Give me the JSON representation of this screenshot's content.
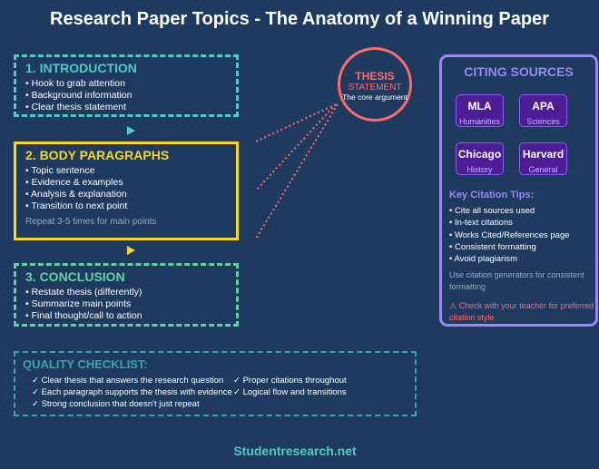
{
  "title": "Research Paper Topics - The Anatomy of a Winning Paper",
  "introduction": {
    "heading": "1. INTRODUCTION",
    "items": [
      "Hook to grab attention",
      "Background information",
      "Clear thesis statement"
    ]
  },
  "body": {
    "heading": "2. BODY PARAGRAPHS",
    "items": [
      "Topic sentence",
      "Evidence & examples",
      "Analysis & explanation",
      "Transition to next point"
    ],
    "note": "Repeat 3-5 times for main points"
  },
  "conclusion": {
    "heading": "3. CONCLUSION",
    "items": [
      "Restate thesis (differently)",
      "Summarize main points",
      "Final thought/call to action"
    ]
  },
  "thesis": {
    "line1": "THESIS",
    "line2": "STATEMENT",
    "line3": "The core argument"
  },
  "citing": {
    "heading": "CITING SOURCES",
    "styles": [
      {
        "name": "MLA",
        "field": "Humanities"
      },
      {
        "name": "APA",
        "field": "Sciences"
      },
      {
        "name": "Chicago",
        "field": "History"
      },
      {
        "name": "Harvard",
        "field": "General"
      }
    ],
    "tips_heading": "Key Citation Tips:",
    "tips": [
      "Cite all sources used",
      "In-text citations",
      "Works Cited/References page",
      "Consistent formatting",
      "Avoid plagiarism"
    ],
    "generator_note": "Use citation generators for consistent formatting",
    "warning": "⚠ Check with your teacher for preferred citation style"
  },
  "checklist": {
    "heading": "QUALITY CHECKLIST:",
    "items": [
      "✓ Clear thesis that answers the research question",
      "✓ Proper citations throughout",
      "✓ Each paragraph supports the thesis with evidence",
      "✓ Logical flow and transitions",
      "✓ Strong conclusion that doesn't just repeat"
    ]
  },
  "footer": "Studentresearch.net",
  "colors": {
    "background": "#1f3a5f",
    "intro": "#4ecdc4",
    "body": "#f9d71c",
    "conclusion": "#5ed3a0",
    "thesis": "#ff6b6b",
    "citing": "#9b87f5"
  }
}
